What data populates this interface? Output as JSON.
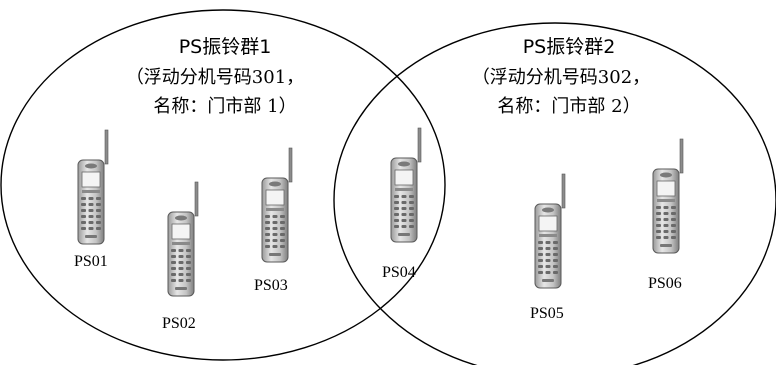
{
  "groups": [
    {
      "title": "PS振铃群1",
      "subtitle_line1": "（浮动分机号码301，",
      "subtitle_line2": "名称：门市部 1）"
    },
    {
      "title": "PS振铃群2",
      "subtitle_line1": "（浮动分机号码302，",
      "subtitle_line2": "名称：门市部 2）"
    }
  ],
  "phones": [
    {
      "label": "PS01",
      "icon": "cordless-phone-icon"
    },
    {
      "label": "PS02",
      "icon": "cordless-phone-icon"
    },
    {
      "label": "PS03",
      "icon": "cordless-phone-icon"
    },
    {
      "label": "PS04",
      "icon": "cordless-phone-icon"
    },
    {
      "label": "PS05",
      "icon": "cordless-phone-icon"
    },
    {
      "label": "PS06",
      "icon": "cordless-phone-icon"
    }
  ],
  "colors": {
    "outline": "#000000",
    "phone_body": "#c9c9c9",
    "phone_body_dark": "#8a8a8a",
    "phone_screen": "#f2f2f2"
  }
}
